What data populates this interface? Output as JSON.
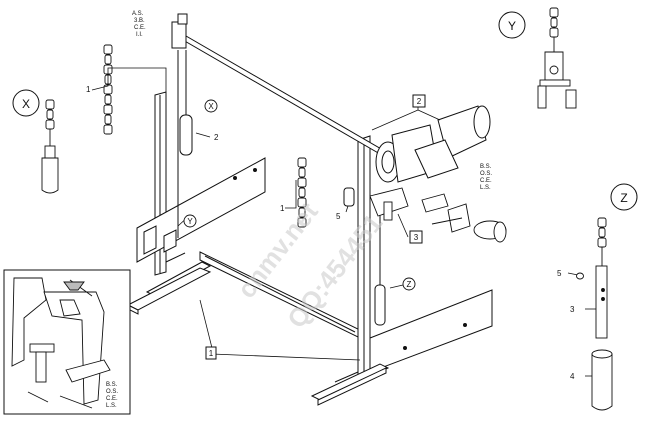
{
  "callouts": {
    "x": "X",
    "y": "Y",
    "z": "Z"
  },
  "parts": {
    "p1_left": "1",
    "p1_mid": "1",
    "p1_bottom": "1",
    "p2_weight": "2",
    "p2_top": "2",
    "p3_center": "3",
    "p3_z": "3",
    "p4_z": "4",
    "p5_center": "5",
    "p5_z": "5"
  },
  "codes": {
    "top_left": [
      "A.S.",
      "3.B.",
      "C.E.",
      "I.I."
    ],
    "right": [
      "B.S.",
      "O.S.",
      "C.E.",
      "L.S."
    ],
    "inset": [
      "B.S.",
      "O.S.",
      "C.E.",
      "L.S."
    ]
  },
  "watermark": {
    "line1": "cnmv.net",
    "line2": "QQ:454451"
  }
}
